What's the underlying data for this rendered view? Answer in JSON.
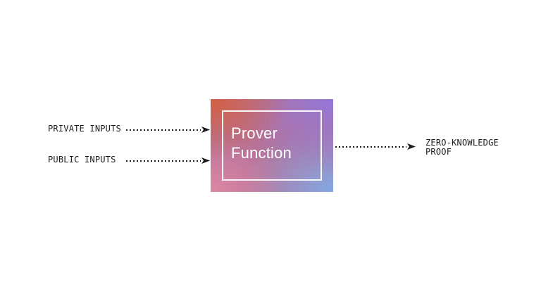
{
  "page": {
    "background_color": "#ffffff"
  },
  "diagram": {
    "text_color": "#1b1b1b",
    "arrow_color": "#1b1b1b",
    "inputs": [
      {
        "label": "PRIVATE INPUTS"
      },
      {
        "label": "PUBLIC INPUTS"
      }
    ],
    "box": {
      "title": "Prover\nFunction",
      "title_color": "#ffffff",
      "border_color": "#ffffff",
      "gradient": {
        "top_left": "#cf5637",
        "top_right": "#8a6ed4",
        "bottom_left": "#db7f9d",
        "bottom_right": "#7aa2e2",
        "center": "#b06a92"
      }
    },
    "output": {
      "label": "ZERO-KNOWLEDGE\nPROOF"
    }
  }
}
